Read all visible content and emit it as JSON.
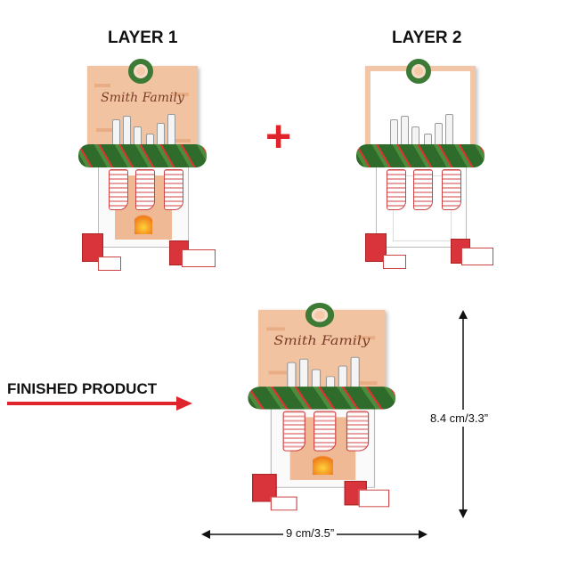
{
  "labels": {
    "layer1": "LAYER 1",
    "layer2": "LAYER 2",
    "plus": "+",
    "finished": "FINISHED PRODUCT"
  },
  "ornament": {
    "family_name": "Smith Family"
  },
  "dimensions": {
    "height": "8.4 cm/3.3”",
    "width": "9 cm/3.5”"
  },
  "colors": {
    "accent": "#e0242b",
    "peach": "#f2c3a0"
  }
}
